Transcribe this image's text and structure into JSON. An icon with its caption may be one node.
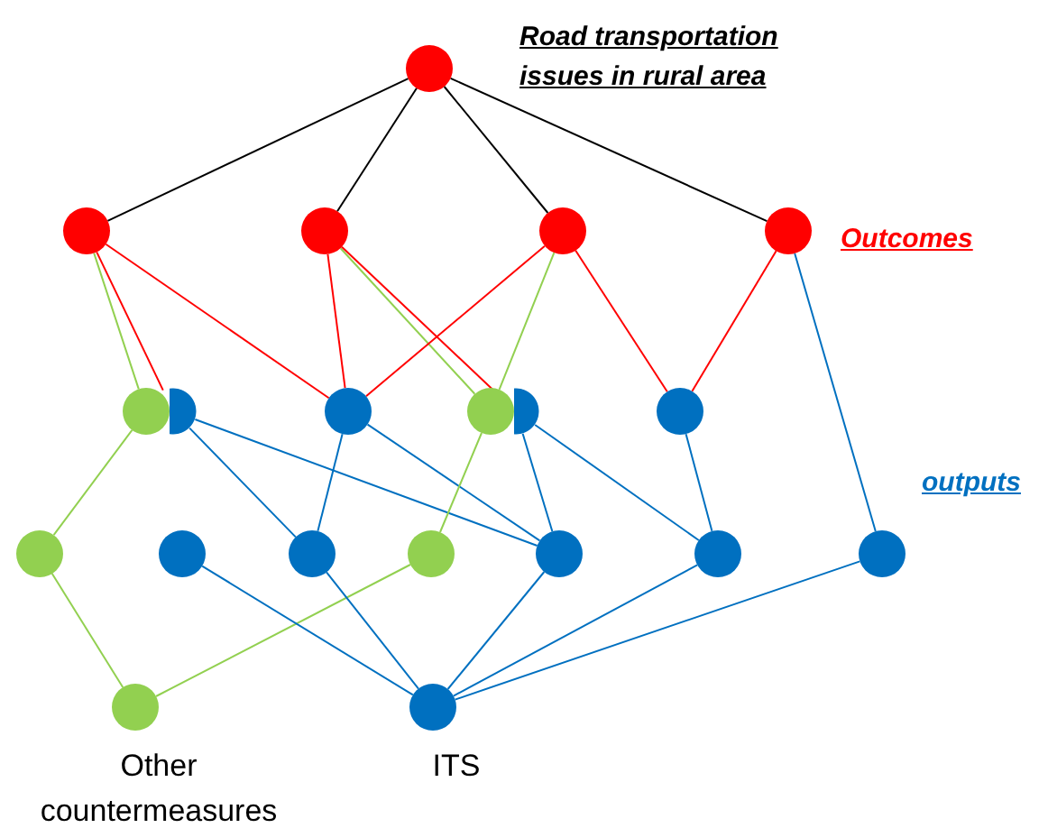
{
  "diagram": {
    "nodes": [
      {
        "text": [],
        "shape": "circle"
      },
      {
        "text": [],
        "shape": "circle"
      },
      {
        "text": [],
        "shape": "circle"
      },
      {
        "text": [],
        "shape": "circle"
      },
      {
        "text": [],
        "shape": "circle"
      },
      {
        "text": [],
        "shape": "circle"
      },
      {
        "text": [],
        "shape": "circle"
      },
      {
        "text": [],
        "shape": "circle"
      },
      {
        "text": [],
        "shape": "circle"
      },
      {
        "text": [],
        "shape": "circle"
      },
      {
        "text": [],
        "shape": "circle"
      },
      {
        "text": [],
        "shape": "circle"
      },
      {
        "text": [],
        "shape": "circle"
      },
      {
        "text": [],
        "shape": "circle"
      },
      {
        "text": [],
        "shape": "circle"
      },
      {
        "text": [],
        "shape": "circle"
      },
      {
        "text": [],
        "shape": "circle"
      },
      {
        "text": [],
        "shape": "circle"
      },
      {
        "text": [],
        "shape": "circle",
        "beside": [
          "Other countermeasures"
        ]
      },
      {
        "text": [],
        "shape": "circle",
        "beside": [
          "ITS"
        ]
      }
    ],
    "edges": [
      {
        "from": 0,
        "to": 1,
        "arrow": "none",
        "color": "#000000"
      },
      {
        "from": 0,
        "to": 2,
        "arrow": "none",
        "color": "#000000"
      },
      {
        "from": 0,
        "to": 3,
        "arrow": "none",
        "color": "#000000"
      },
      {
        "from": 0,
        "to": 4,
        "arrow": "none",
        "color": "#000000"
      },
      {
        "from": 1,
        "to": 5,
        "arrow": "none",
        "color": "#92d050"
      },
      {
        "from": 1,
        "to": 6,
        "arrow": "none",
        "color": "#ff0000"
      },
      {
        "from": 1,
        "to": 7,
        "arrow": "none",
        "color": "#ff0000"
      },
      {
        "from": 2,
        "to": 7,
        "arrow": "none",
        "color": "#ff0000"
      },
      {
        "from": 2,
        "to": 8,
        "arrow": "none",
        "color": "#92d050"
      },
      {
        "from": 2,
        "to": 9,
        "arrow": "none",
        "color": "#ff0000"
      },
      {
        "from": 3,
        "to": 7,
        "arrow": "none",
        "color": "#ff0000"
      },
      {
        "from": 3,
        "to": 8,
        "arrow": "none",
        "color": "#92d050"
      },
      {
        "from": 3,
        "to": 10,
        "arrow": "none",
        "color": "#ff0000"
      },
      {
        "from": 4,
        "to": 10,
        "arrow": "none",
        "color": "#ff0000"
      },
      {
        "from": 4,
        "to": 17,
        "arrow": "none"
      },
      {
        "from": 5,
        "to": 11,
        "arrow": "none",
        "color": "#92d050"
      },
      {
        "from": 6,
        "to": 13,
        "arrow": "none"
      },
      {
        "from": 6,
        "to": 15,
        "arrow": "none"
      },
      {
        "from": 7,
        "to": 13,
        "arrow": "none"
      },
      {
        "from": 7,
        "to": 15,
        "arrow": "none"
      },
      {
        "from": 8,
        "to": 14,
        "arrow": "none",
        "color": "#92d050"
      },
      {
        "from": 9,
        "to": 15,
        "arrow": "none"
      },
      {
        "from": 9,
        "to": 16,
        "arrow": "none"
      },
      {
        "from": 10,
        "to": 16,
        "arrow": "none"
      },
      {
        "from": 11,
        "to": 18,
        "arrow": "none",
        "color": "#92d050"
      },
      {
        "from": 14,
        "to": 18,
        "arrow": "none",
        "color": "#92d050"
      },
      {
        "from": 12,
        "to": 19,
        "arrow": "none"
      },
      {
        "from": 13,
        "to": 19,
        "arrow": "none"
      },
      {
        "from": 15,
        "to": 19,
        "arrow": "none"
      },
      {
        "from": 16,
        "to": 19,
        "arrow": "none"
      },
      {
        "from": 17,
        "to": 19,
        "arrow": "none"
      }
    ],
    "labels": [
      "Road transportation issues in rural area",
      "Outcomes",
      "outputs"
    ]
  }
}
